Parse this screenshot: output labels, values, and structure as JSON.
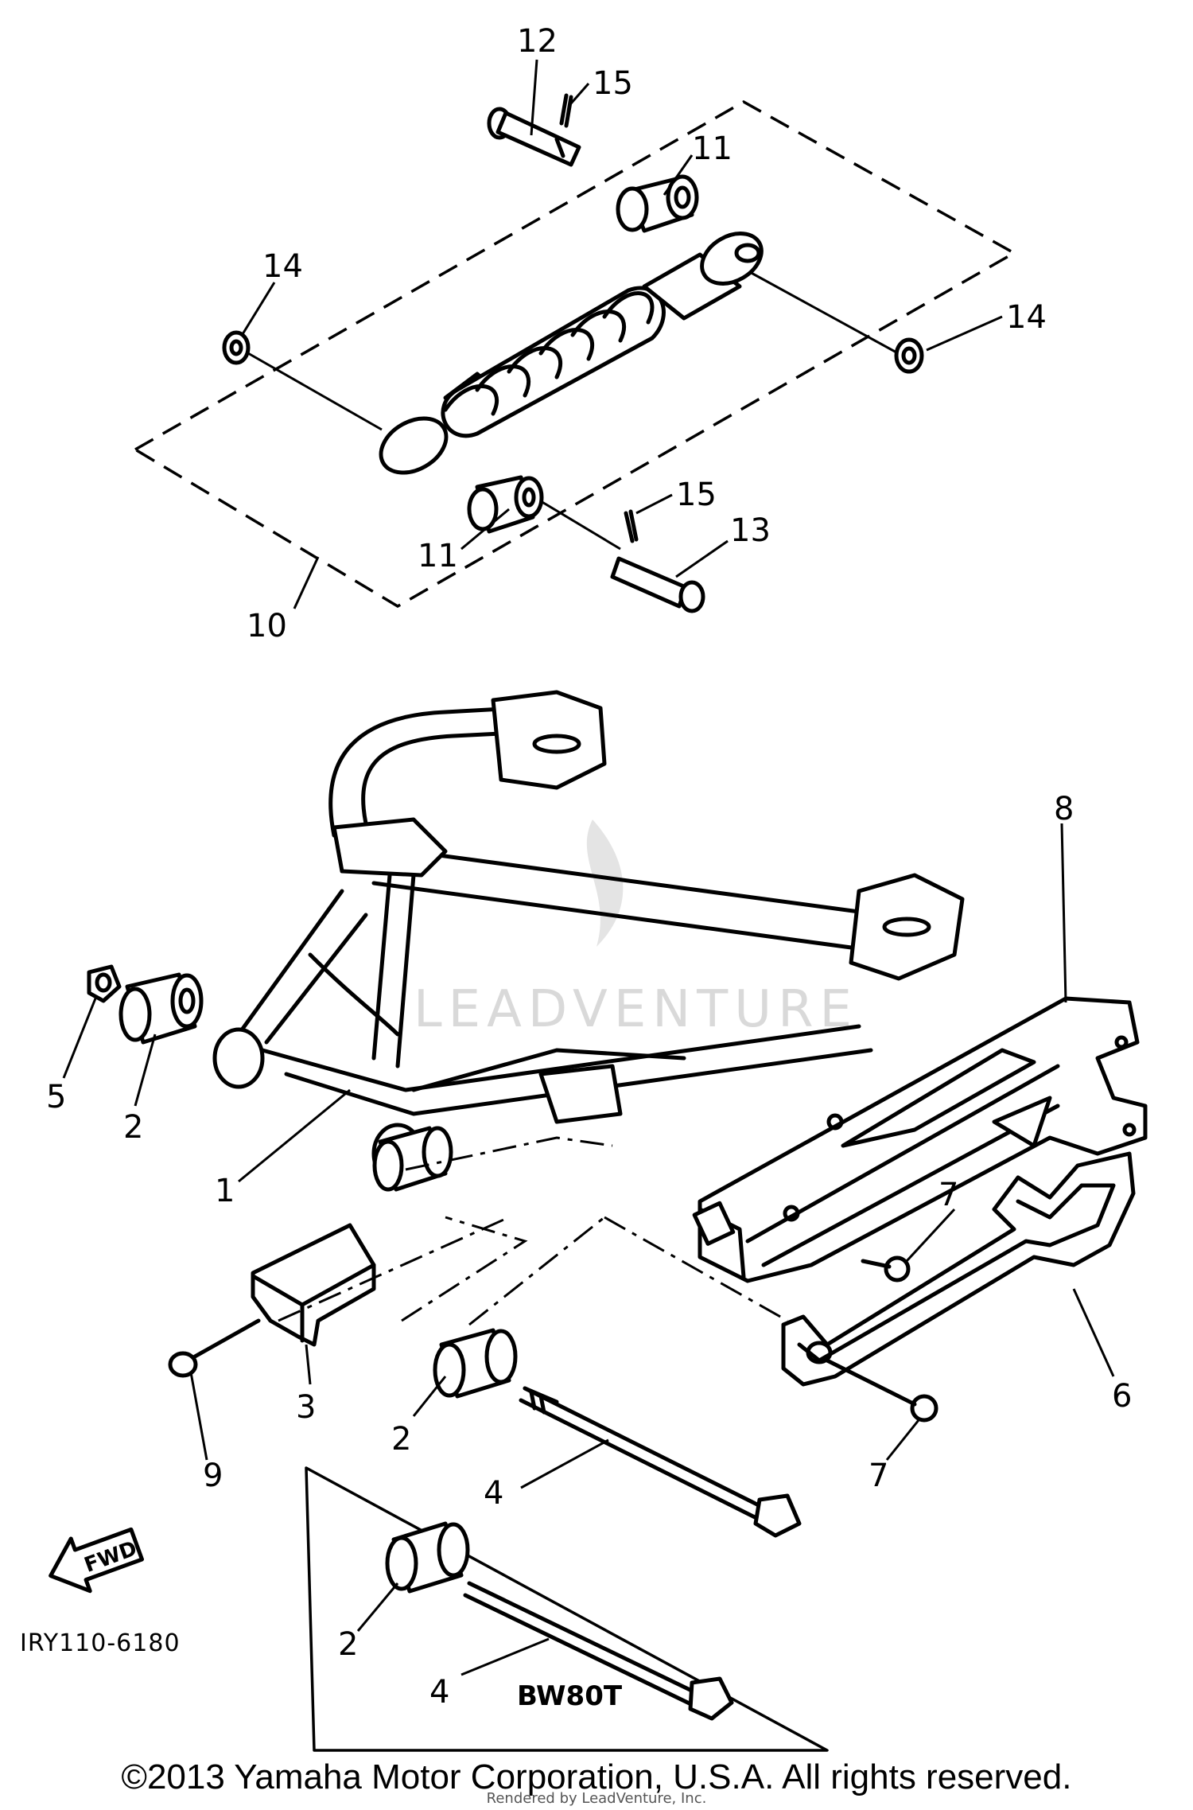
{
  "diagram": {
    "callouts": [
      {
        "id": "12",
        "text": "12"
      },
      {
        "id": "15a",
        "text": "15"
      },
      {
        "id": "11a",
        "text": "11"
      },
      {
        "id": "14a",
        "text": "14"
      },
      {
        "id": "14b",
        "text": "14"
      },
      {
        "id": "15b",
        "text": "15"
      },
      {
        "id": "13",
        "text": "13"
      },
      {
        "id": "11b",
        "text": "11"
      },
      {
        "id": "10",
        "text": "10"
      },
      {
        "id": "8",
        "text": "8"
      },
      {
        "id": "5",
        "text": "5"
      },
      {
        "id": "2a",
        "text": "2"
      },
      {
        "id": "1",
        "text": "1"
      },
      {
        "id": "7a",
        "text": "7"
      },
      {
        "id": "6",
        "text": "6"
      },
      {
        "id": "3",
        "text": "3"
      },
      {
        "id": "9",
        "text": "9"
      },
      {
        "id": "2b",
        "text": "2"
      },
      {
        "id": "7b",
        "text": "7"
      },
      {
        "id": "4a",
        "text": "4"
      },
      {
        "id": "2c",
        "text": "2"
      },
      {
        "id": "4b",
        "text": "4"
      }
    ],
    "fwd_label": "FWD",
    "drawing_number": "IRY110-6180",
    "variant_label": "BW80T",
    "watermark": "LEADVENTURE",
    "footer": {
      "copyright": "©2013 Yamaha Motor Corporation, U.S.A. All rights reserved.",
      "rendered_by": "Rendered by LeadVenture, Inc."
    }
  }
}
